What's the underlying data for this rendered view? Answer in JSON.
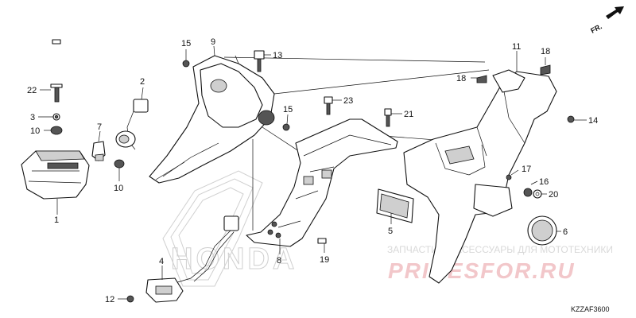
{
  "diagram": {
    "code": "KZZAF3600",
    "direction_label": "FR.",
    "watermark": {
      "line1": "ЗАПЧАСТИ И АКСЕССУАРЫ ДЛЯ МОТОТЕХНИКИ",
      "line2": "PRICESFOR.RU"
    },
    "brand_outline": "HONDA",
    "callouts": [
      {
        "id": "c1",
        "label": "1"
      },
      {
        "id": "c2",
        "label": "2"
      },
      {
        "id": "c3",
        "label": "3"
      },
      {
        "id": "c4",
        "label": "4"
      },
      {
        "id": "c5",
        "label": "5"
      },
      {
        "id": "c6",
        "label": "6"
      },
      {
        "id": "c7",
        "label": "7"
      },
      {
        "id": "c8",
        "label": "8"
      },
      {
        "id": "c9",
        "label": "9"
      },
      {
        "id": "c10a",
        "label": "10"
      },
      {
        "id": "c10b",
        "label": "10"
      },
      {
        "id": "c11",
        "label": "11"
      },
      {
        "id": "c12",
        "label": "12"
      },
      {
        "id": "c13",
        "label": "13"
      },
      {
        "id": "c14",
        "label": "14"
      },
      {
        "id": "c15a",
        "label": "15"
      },
      {
        "id": "c15b",
        "label": "15"
      },
      {
        "id": "c16",
        "label": "16"
      },
      {
        "id": "c17",
        "label": "17"
      },
      {
        "id": "c18a",
        "label": "18"
      },
      {
        "id": "c18b",
        "label": "18"
      },
      {
        "id": "c19",
        "label": "19"
      },
      {
        "id": "c20",
        "label": "20"
      },
      {
        "id": "c21",
        "label": "21"
      },
      {
        "id": "c22",
        "label": "22"
      },
      {
        "id": "c23",
        "label": "23"
      }
    ]
  }
}
